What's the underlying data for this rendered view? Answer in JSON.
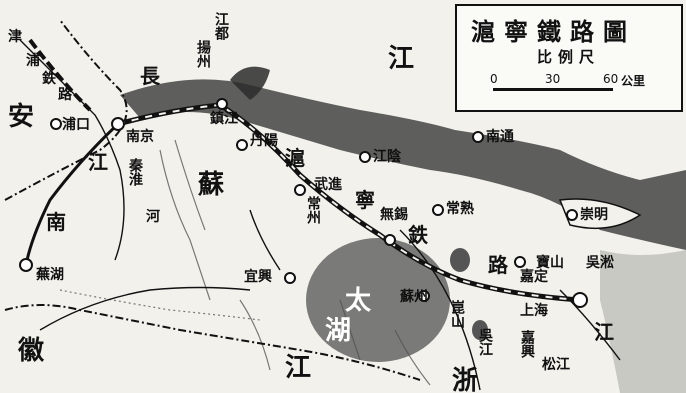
{
  "map": {
    "title": "滬寧鐵路圖",
    "scale": {
      "title": "比例尺",
      "ticks": [
        "0",
        "30",
        "60"
      ],
      "unit": "公里"
    },
    "water_labels": {
      "river_top": "江",
      "river_chang": "長",
      "river_bottom": "江",
      "zhe": "浙",
      "jiang_right": "江",
      "tai": "太",
      "hu": "湖",
      "jiangsu_region": "蘇",
      "an": "安",
      "hui": "徽",
      "jin": "津",
      "pu": "浦",
      "tie": "鉄",
      "lu": "路",
      "qinhuai": "秦淮",
      "he": "河",
      "jiang_mid": "江",
      "nan": "南"
    },
    "railway_labels": {
      "hu": "滬",
      "ning": "寧",
      "tie": "鉄",
      "lu": "路"
    },
    "cities": [
      {
        "name": "南京"
      },
      {
        "name": "浦口"
      },
      {
        "name": "鎮江"
      },
      {
        "name": "揚州"
      },
      {
        "name": "江都"
      },
      {
        "name": "丹陽"
      },
      {
        "name": "武進"
      },
      {
        "name": "常州"
      },
      {
        "name": "江陰"
      },
      {
        "name": "南通"
      },
      {
        "name": "無錫"
      },
      {
        "name": "常熟"
      },
      {
        "name": "崇明"
      },
      {
        "name": "蘇州"
      },
      {
        "name": "崑山"
      },
      {
        "name": "宜興"
      },
      {
        "name": "嘉定"
      },
      {
        "name": "寶山"
      },
      {
        "name": "吳淞"
      },
      {
        "name": "上海"
      },
      {
        "name": "松江"
      },
      {
        "name": "嘉興"
      },
      {
        "name": "蕪湖"
      },
      {
        "name": "吳江"
      }
    ]
  }
}
